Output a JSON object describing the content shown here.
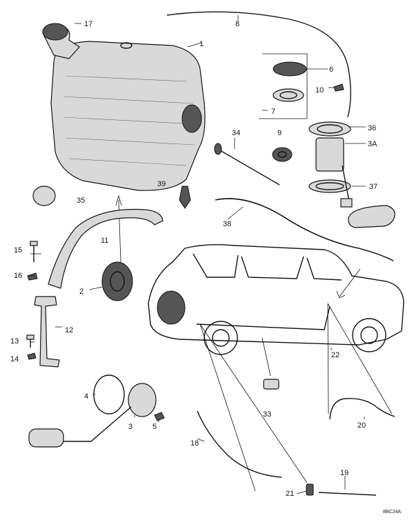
{
  "diagram": {
    "code": "8BC24A",
    "labels": {
      "p1": "1",
      "p2": "2",
      "p3": "3",
      "p3a": "3A",
      "p4": "4",
      "p5": "5",
      "p6": "6",
      "p7": "7",
      "p8": "8",
      "p9": "9",
      "p10": "10",
      "p11": "11",
      "p12": "12",
      "p13": "13",
      "p14": "14",
      "p15": "15",
      "p16": "16",
      "p17": "17",
      "p18": "18",
      "p19": "19",
      "p20": "20",
      "p21": "21",
      "p22": "22",
      "p33": "33",
      "p34": "34",
      "p35": "35",
      "p36": "36",
      "p37": "37",
      "p38": "38",
      "p39": "39"
    }
  }
}
